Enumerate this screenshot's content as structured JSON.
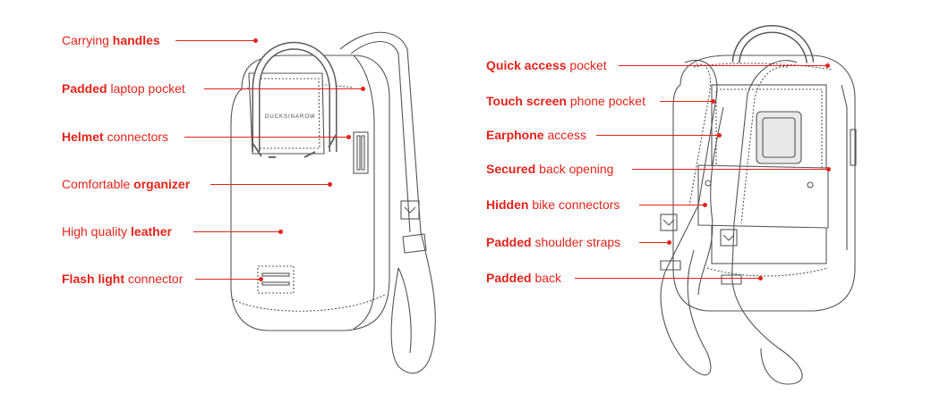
{
  "front_labels": [
    {
      "id": "carrying-handles",
      "bold_first": false,
      "prefix": "Carrying ",
      "strong": "handles",
      "suffix": ""
    },
    {
      "id": "padded-laptop-pocket",
      "bold_first": true,
      "strong": "Padded",
      "suffix": " laptop pocket",
      "prefix": ""
    },
    {
      "id": "helmet-connectors",
      "bold_first": true,
      "strong": "Helmet",
      "suffix": " connectors",
      "prefix": ""
    },
    {
      "id": "comfortable-organizer",
      "bold_first": false,
      "prefix": "Comfortable ",
      "strong": "organizer",
      "suffix": ""
    },
    {
      "id": "high-quality-leather",
      "bold_first": false,
      "prefix": "High quality ",
      "strong": "leather",
      "suffix": ""
    },
    {
      "id": "flash-light-connector",
      "bold_first": true,
      "strong": "Flash light",
      "suffix": " connector",
      "prefix": ""
    }
  ],
  "back_labels": [
    {
      "id": "quick-access-pocket",
      "bold_first": true,
      "strong": "Quick access",
      "suffix": " pocket",
      "prefix": ""
    },
    {
      "id": "touch-screen-phone-pocket",
      "bold_first": true,
      "strong": "Touch screen",
      "suffix": " phone pocket",
      "prefix": ""
    },
    {
      "id": "earphone-access",
      "bold_first": true,
      "strong": "Earphone",
      "suffix": " access",
      "prefix": ""
    },
    {
      "id": "secured-back-opening",
      "bold_first": true,
      "strong": "Secured",
      "suffix": " back opening",
      "prefix": ""
    },
    {
      "id": "hidden-bike-connectors",
      "bold_first": true,
      "strong": "Hidden",
      "suffix": " bike connectors",
      "prefix": ""
    },
    {
      "id": "padded-shoulder-straps",
      "bold_first": true,
      "strong": "Padded",
      "suffix": " shoulder straps",
      "prefix": ""
    },
    {
      "id": "padded-back",
      "bold_first": true,
      "strong": "Padded",
      "suffix": " back",
      "prefix": ""
    }
  ],
  "brand_logo_text": "DUCKSINAROW",
  "colors": {
    "accent": "#e2231a",
    "line": "#555555",
    "strap_dark": "#5a5a5a"
  }
}
